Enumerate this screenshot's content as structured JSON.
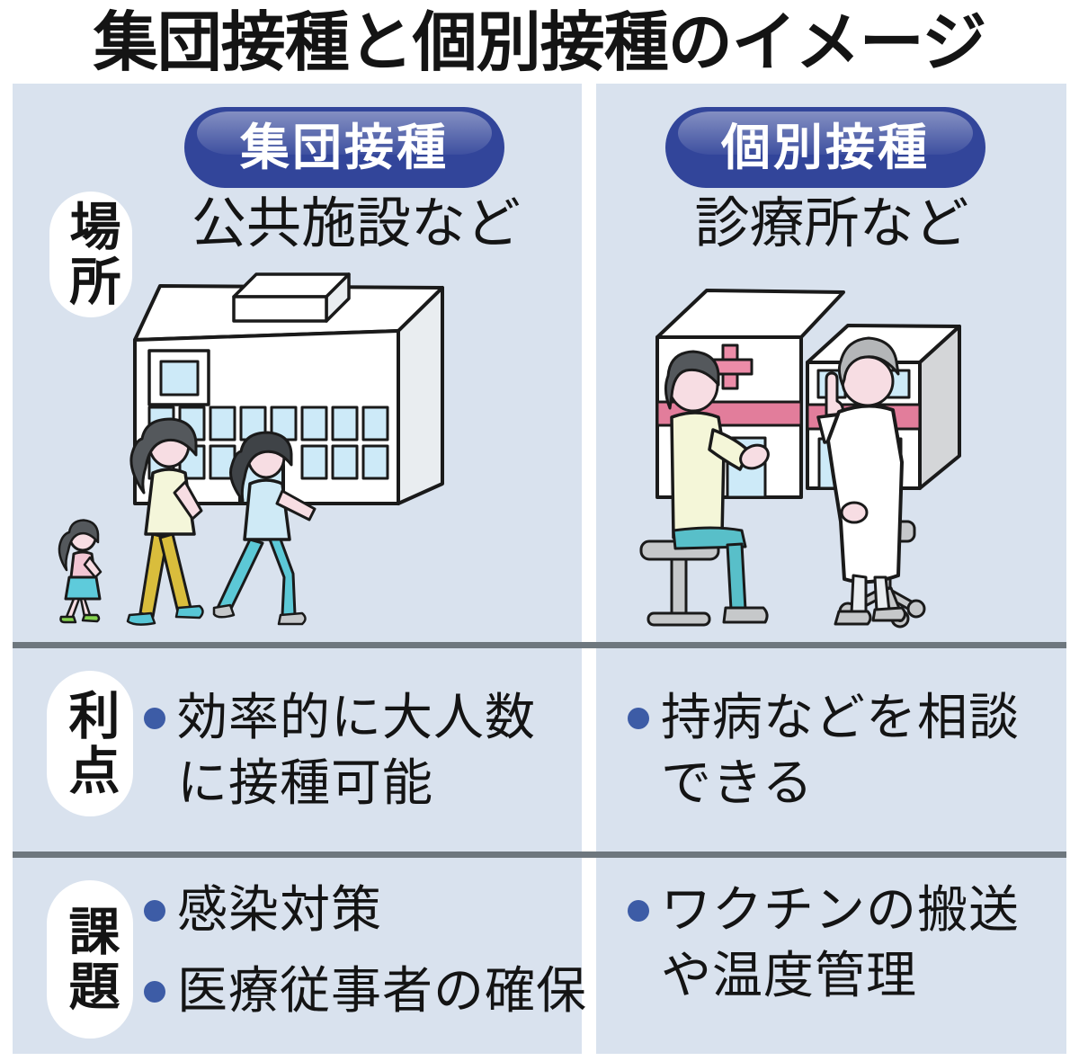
{
  "title": "集団接種と個別接種のイメージ",
  "row_labels": {
    "place": "場所",
    "merit": "利点",
    "issue": "課題"
  },
  "columns": {
    "group": {
      "header": "集団接種",
      "place": "公共施設など",
      "merit": {
        "line1": "効率的に大人数",
        "line2": "に接種可能"
      },
      "issues": {
        "item1": "感染対策",
        "item2": "医療従事者の確保"
      }
    },
    "individual": {
      "header": "個別接種",
      "place": "診療所など",
      "merit": {
        "line1": "持病などを相談",
        "line2": "できる"
      },
      "issue": {
        "line1": "ワクチンの搬送",
        "line2": "や温度管理"
      }
    }
  },
  "icons": {
    "left_illustration": "public-facility-with-queue",
    "right_illustration": "clinic-doctor-patient-consultation"
  },
  "colors": {
    "panel_bg": "#d9e2ee",
    "pill_blue": "#32459a",
    "pill_highlight": "#7282c2",
    "bullet_blue": "#3d5ca6",
    "divider_gray": "#6e777e",
    "window_blue": "#cdeaf8",
    "clinic_pink": "#e27d9b",
    "text_black": "#141414"
  }
}
